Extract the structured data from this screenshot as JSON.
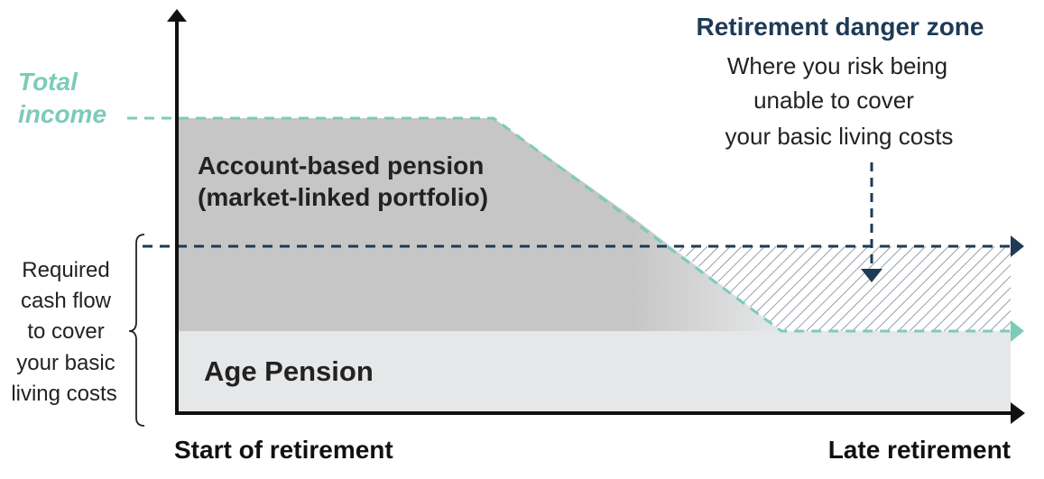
{
  "labels": {
    "total_income_line1": "Total",
    "total_income_line2": "income",
    "danger_title": "Retirement danger zone",
    "danger_desc_line1": "Where you risk being",
    "danger_desc_line2": "unable to cover",
    "danger_desc_line3": "your basic living costs",
    "account_pension_line1": "Account-based pension",
    "account_pension_line2": "(market-linked portfolio)",
    "age_pension": "Age Pension",
    "required_line1": "Required",
    "required_line2": "cash flow",
    "required_line3": "to cover",
    "required_line4": "your basic",
    "required_line5": "living costs",
    "x_start": "Start of retirement",
    "x_end": "Late retirement"
  },
  "colors": {
    "teal": "#7ccbb8",
    "navy": "#1e3a56",
    "account_fill": "#c6c6c7",
    "age_fill": "#e6e7e8",
    "axis": "#111111",
    "text": "#222222"
  }
}
